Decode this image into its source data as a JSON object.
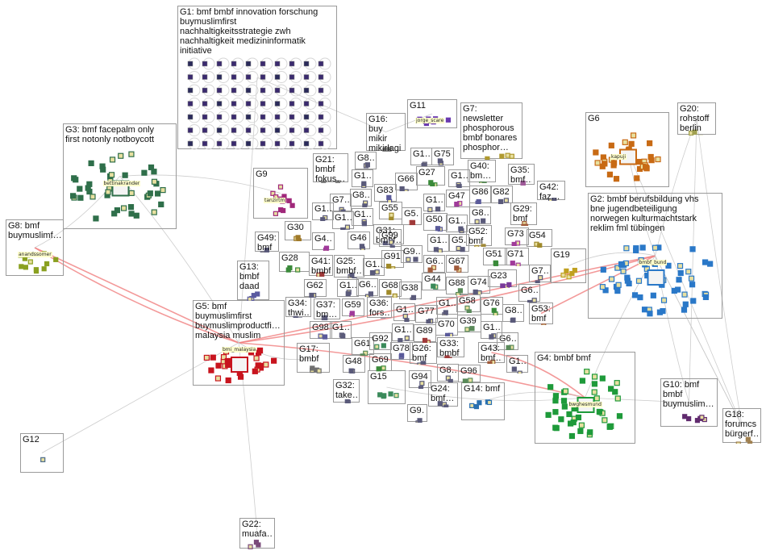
{
  "graph": {
    "groups": [
      {
        "id": "G1",
        "label": "G1: bmf bmbf innovation forschung\nbuymuslimfirst\nnachhaltigkeitsstrategie zwh\nnachhaltigkeit medizininformatik\ninitiative",
        "color": "#3a2a6e",
        "nodes": 70
      },
      {
        "id": "G2",
        "label": "G2: bmbf berufsbildung vhs\nbne jugendbeteiligung\nnorwegen kulturmachtstark\nreklim fml tübingen",
        "color": "#2a78c8",
        "nodes": 60
      },
      {
        "id": "G3",
        "label": "G3: bmf facepalm only\nfirst notonly notboycott",
        "color": "#2f6f4a",
        "nodes": 45
      },
      {
        "id": "G4",
        "label": "G4: bmbf bmf",
        "color": "#1e9a3a",
        "nodes": 45
      },
      {
        "id": "G5",
        "label": "G5: bmf\nbuymuslimfirst\nbuymuslimproductfi…\nmalaysia muslim",
        "color": "#c8141e",
        "nodes": 30
      },
      {
        "id": "G6",
        "label": "G6",
        "color": "#c86a14",
        "nodes": 30
      },
      {
        "id": "G7",
        "label": "G7:\nnewsletter\nphosphorous\nbmbf bonares\nphosphor…",
        "color": "#b09a30",
        "nodes": 4
      },
      {
        "id": "G8",
        "label": "G8: bmf\nbuymuslimf…",
        "color": "#8aa020",
        "nodes": 12
      },
      {
        "id": "G9",
        "label": "G9",
        "color": "#a0287a",
        "nodes": 12
      },
      {
        "id": "G10",
        "label": "G10: bmf\nbmbf\nbuymuslim…",
        "color": "#602a6e",
        "nodes": 6
      },
      {
        "id": "G11",
        "label": "G11",
        "color": "#6a3ab0",
        "nodes": 8
      },
      {
        "id": "G12",
        "label": "G12",
        "color": "#4a6a8a",
        "nodes": 1
      },
      {
        "id": "G13",
        "label": "G13:\nbmbf\ndaad",
        "color": "#5a5aa0",
        "nodes": 4
      },
      {
        "id": "G14",
        "label": "G14: bmf",
        "color": "#2a70b0",
        "nodes": 5
      },
      {
        "id": "G15",
        "label": "G15",
        "color": "#3a8a5a",
        "nodes": 5
      },
      {
        "id": "G16",
        "label": "G16:\nbuy mikir\nmikirlagi",
        "color": "#808080",
        "nodes": 3
      },
      {
        "id": "G17",
        "label": "G17:\nbmbf",
        "color": "#707070",
        "nodes": 4
      },
      {
        "id": "G18",
        "label": "G18:\nforumcs\nbürgerf…",
        "color": "#a08050",
        "nodes": 3
      },
      {
        "id": "G19",
        "label": "G19",
        "color": "#c0a020",
        "nodes": 5
      },
      {
        "id": "G20",
        "label": "G20:\nrohstoff\nberlin",
        "color": "#a0a050",
        "nodes": 3
      },
      {
        "id": "G21",
        "label": "G21:\nbmbf\nfokus…",
        "color": "#808080",
        "nodes": 3
      },
      {
        "id": "G22",
        "label": "G22:\nmuafa…",
        "color": "#7a4a7a",
        "nodes": 3
      },
      {
        "id": "G23",
        "label": "G23",
        "color": "#7a3a9a",
        "nodes": 3
      },
      {
        "id": "G24",
        "label": "G24:\nbmf…",
        "color": "#5a5a7a",
        "nodes": 3
      },
      {
        "id": "G25",
        "label": "G25:\nbmbf…",
        "color": "#5a5a7a",
        "nodes": 3
      },
      {
        "id": "G26",
        "label": "G26:\nbmf",
        "color": "#5a5a7a",
        "nodes": 3
      },
      {
        "id": "G27",
        "label": "G27",
        "color": "#3a8a3a",
        "nodes": 3
      },
      {
        "id": "G28",
        "label": "G28",
        "color": "#3a8a3a",
        "nodes": 3
      },
      {
        "id": "G29",
        "label": "G29:\nbmf",
        "color": "#a05a3a",
        "nodes": 3
      },
      {
        "id": "G30",
        "label": "G30",
        "color": "#a07a2a",
        "nodes": 3
      },
      {
        "id": "G31",
        "label": "G31:\nbmbf…",
        "color": "#5a5a7a",
        "nodes": 3
      },
      {
        "id": "G32",
        "label": "G32:\ntake…",
        "color": "#5a5a7a",
        "nodes": 2
      },
      {
        "id": "G33",
        "label": "G33:\nbmbf",
        "color": "#a03a3a",
        "nodes": 3
      },
      {
        "id": "G34",
        "label": "G34:\nthwi…",
        "color": "#5a5a7a",
        "nodes": 2
      },
      {
        "id": "G35",
        "label": "G35:\nbmf…",
        "color": "#a05a9a",
        "nodes": 2
      },
      {
        "id": "G36",
        "label": "G36:\nfors…",
        "color": "#5a5a7a",
        "nodes": 2
      },
      {
        "id": "G37",
        "label": "G37:\nbm…",
        "color": "#5a5a7a",
        "nodes": 2
      },
      {
        "id": "G38",
        "label": "G38",
        "color": "#5a5a7a",
        "nodes": 2
      },
      {
        "id": "G39",
        "label": "G39",
        "color": "#5a8a5a",
        "nodes": 2
      },
      {
        "id": "G40",
        "label": "G40:\nbm…",
        "color": "#5a8a5a",
        "nodes": 2
      },
      {
        "id": "G41",
        "label": "G41:\nbmbf",
        "color": "#a03a3a",
        "nodes": 2
      },
      {
        "id": "G42",
        "label": "G42:\nfaz…",
        "color": "#5a5a7a",
        "nodes": 2
      },
      {
        "id": "G43",
        "label": "G43:\nbmf…",
        "color": "#a05a3a",
        "nodes": 2
      },
      {
        "id": "G44",
        "label": "G44",
        "color": "#3a8a5a",
        "nodes": 2
      },
      {
        "id": "G46",
        "label": "G46",
        "color": "#5a5a7a",
        "nodes": 2
      },
      {
        "id": "G47",
        "label": "G47",
        "color": "#a03a9a",
        "nodes": 2
      },
      {
        "id": "G48",
        "label": "G48",
        "color": "#5a5a7a",
        "nodes": 2
      },
      {
        "id": "G49",
        "label": "G49:\nbmf",
        "color": "#5a5a7a",
        "nodes": 2
      },
      {
        "id": "G50",
        "label": "G50",
        "color": "#5a5a9a",
        "nodes": 2
      },
      {
        "id": "G51",
        "label": "G51",
        "color": "#3a8a3a",
        "nodes": 2
      },
      {
        "id": "G52",
        "label": "G52:\nbmf",
        "color": "#a08a3a",
        "nodes": 2
      },
      {
        "id": "G53",
        "label": "G53:\nbmf",
        "color": "#a05a3a",
        "nodes": 2
      },
      {
        "id": "G54",
        "label": "G54",
        "color": "#a08a2a",
        "nodes": 2
      },
      {
        "id": "G55",
        "label": "G55",
        "color": "#a08a2a",
        "nodes": 2
      },
      {
        "id": "G58",
        "label": "G58",
        "color": "#5a8a5a",
        "nodes": 2
      },
      {
        "id": "G59",
        "label": "G59",
        "color": "#a03a9a",
        "nodes": 2
      },
      {
        "id": "G61",
        "label": "G61",
        "color": "#5a8a5a",
        "nodes": 2
      },
      {
        "id": "G62",
        "label": "G62",
        "color": "#5a5a7a",
        "nodes": 2
      },
      {
        "id": "G66",
        "label": "G66",
        "color": "#5a5a7a",
        "nodes": 2
      },
      {
        "id": "G67",
        "label": "G67",
        "color": "#a05a3a",
        "nodes": 2
      },
      {
        "id": "G68",
        "label": "G68",
        "color": "#a08a2a",
        "nodes": 2
      },
      {
        "id": "G69",
        "label": "G69",
        "color": "#3a8a3a",
        "nodes": 2
      },
      {
        "id": "G70",
        "label": "G70",
        "color": "#5a5a9a",
        "nodes": 2
      },
      {
        "id": "G71",
        "label": "G71",
        "color": "#a03a9a",
        "nodes": 2
      },
      {
        "id": "G73",
        "label": "G73",
        "color": "#a03a9a",
        "nodes": 2
      },
      {
        "id": "G74",
        "label": "G74",
        "color": "#5a5a7a",
        "nodes": 2
      },
      {
        "id": "G75",
        "label": "G75",
        "color": "#5a5a7a",
        "nodes": 2
      },
      {
        "id": "G76",
        "label": "G76",
        "color": "#3a8a3a",
        "nodes": 2
      },
      {
        "id": "G77",
        "label": "G77",
        "color": "#5a5a7a",
        "nodes": 2
      },
      {
        "id": "G78",
        "label": "G78",
        "color": "#5a5a9a",
        "nodes": 2
      },
      {
        "id": "G82",
        "label": "G82",
        "color": "#5a5a7a",
        "nodes": 2
      },
      {
        "id": "G83",
        "label": "G83",
        "color": "#5a5a9a",
        "nodes": 2
      },
      {
        "id": "G86",
        "label": "G86",
        "color": "#5a5a9a",
        "nodes": 2
      },
      {
        "id": "G88",
        "label": "G88",
        "color": "#5a8a5a",
        "nodes": 2
      },
      {
        "id": "G89",
        "label": "G89",
        "color": "#a03a3a",
        "nodes": 2
      },
      {
        "id": "G91",
        "label": "G91",
        "color": "#a08a2a",
        "nodes": 2
      },
      {
        "id": "G92",
        "label": "G92",
        "color": "#3a8a5a",
        "nodes": 2
      },
      {
        "id": "G94",
        "label": "G94",
        "color": "#5a5a7a",
        "nodes": 2
      },
      {
        "id": "G96",
        "label": "G96",
        "color": "#5a8a5a",
        "nodes": 2
      },
      {
        "id": "G98",
        "label": "G98",
        "color": "#5a5a9a",
        "nodes": 2
      },
      {
        "id": "G99",
        "label": "G99",
        "color": "#5a5a7a",
        "nodes": 2
      },
      {
        "id": "G9b",
        "label": "G9…",
        "color": "#5a5a7a",
        "nodes": 2
      },
      {
        "id": "G4b",
        "label": "G4…",
        "color": "#a03a9a",
        "nodes": 2
      },
      {
        "id": "G5b",
        "label": "G5…",
        "color": "#a03a3a",
        "nodes": 2
      },
      {
        "id": "G5c",
        "label": "G5…",
        "color": "#5a5a7a",
        "nodes": 2
      },
      {
        "id": "G6a",
        "label": "G6…",
        "color": "#a05a3a",
        "nodes": 2
      },
      {
        "id": "G6b",
        "label": "G6…",
        "color": "#5a5a7a",
        "nodes": 2
      },
      {
        "id": "G6c",
        "label": "G6…",
        "color": "#5a8a5a",
        "nodes": 2
      },
      {
        "id": "G6d",
        "label": "G6…",
        "color": "#5a5a7a",
        "nodes": 2
      },
      {
        "id": "G7a",
        "label": "G7…",
        "color": "#5a5a7a",
        "nodes": 2
      },
      {
        "id": "G7b",
        "label": "G7…",
        "color": "#5a5a7a",
        "nodes": 2
      },
      {
        "id": "G8a",
        "label": "G8…",
        "color": "#5a5a7a",
        "nodes": 2
      },
      {
        "id": "G8b",
        "label": "G8…",
        "color": "#5a5a7a",
        "nodes": 2
      },
      {
        "id": "G8c",
        "label": "G8…",
        "color": "#5a5a7a",
        "nodes": 2
      },
      {
        "id": "G8d",
        "label": "G8…",
        "color": "#5a5a7a",
        "nodes": 2
      },
      {
        "id": "G8e",
        "label": "G8…",
        "color": "#5a5a7a",
        "nodes": 2
      },
      {
        "id": "G9c",
        "label": "G9…",
        "color": "#5a5a7a",
        "nodes": 2
      },
      {
        "id": "G1a",
        "label": "G1…",
        "color": "#5a5a7a",
        "nodes": 2
      },
      {
        "id": "G1b",
        "label": "G1…",
        "color": "#5a5a7a",
        "nodes": 2
      },
      {
        "id": "G1c",
        "label": "G1…",
        "color": "#5a5a7a",
        "nodes": 2
      },
      {
        "id": "G1d",
        "label": "G1…",
        "color": "#5a5a7a",
        "nodes": 2
      },
      {
        "id": "G1e",
        "label": "G1…",
        "color": "#5a5a7a",
        "nodes": 2
      },
      {
        "id": "G1f",
        "label": "G1…",
        "color": "#5a5a7a",
        "nodes": 2
      },
      {
        "id": "G1g",
        "label": "G1…",
        "color": "#5a5a7a",
        "nodes": 2
      },
      {
        "id": "G1h",
        "label": "G1…",
        "color": "#5a5a7a",
        "nodes": 2
      },
      {
        "id": "G1i",
        "label": "G1…",
        "color": "#5a5a7a",
        "nodes": 2
      },
      {
        "id": "G1j",
        "label": "G1…",
        "color": "#5a5a7a",
        "nodes": 2
      },
      {
        "id": "G1k",
        "label": "G1…",
        "color": "#5a5a7a",
        "nodes": 2
      },
      {
        "id": "G1l",
        "label": "G1…",
        "color": "#5a5a7a",
        "nodes": 2
      },
      {
        "id": "G1m",
        "label": "G1…",
        "color": "#5a5a7a",
        "nodes": 2
      },
      {
        "id": "G1n",
        "label": "G1…",
        "color": "#5a5a7a",
        "nodes": 2
      },
      {
        "id": "G1o",
        "label": "G1…",
        "color": "#5a5a7a",
        "nodes": 2
      },
      {
        "id": "G1p",
        "label": "G1…",
        "color": "#5a5a7a",
        "nodes": 2
      },
      {
        "id": "G1q",
        "label": "G1…",
        "color": "#5a5a7a",
        "nodes": 2
      }
    ],
    "node_labels": {
      "G1": [],
      "G2": [
        "bmbf_bund"
      ],
      "G3": [
        "bettinakrander"
      ],
      "G4": [
        "bwghesmund"
      ],
      "G5": [
        "bmi_malaysia"
      ],
      "G6": [
        "kapuji"
      ],
      "G8": [
        "anandssomer"
      ],
      "G9": [
        "tanzirtm"
      ],
      "G11": [
        "jorge_scare"
      ]
    },
    "edge_color": "#c8c8c8",
    "strong_edge_color": "#f08080"
  }
}
